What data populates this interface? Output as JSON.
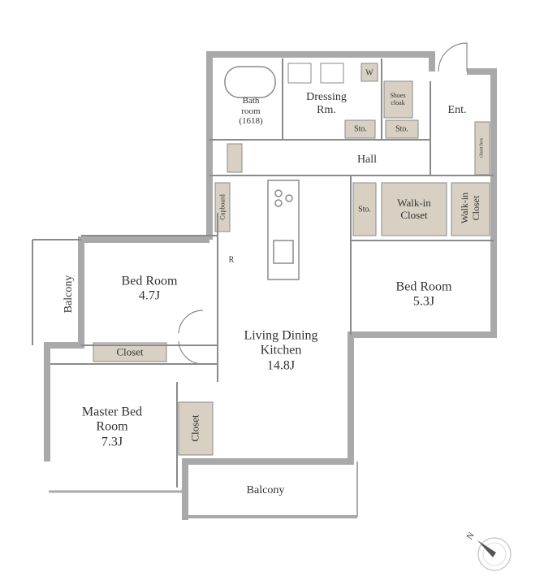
{
  "rooms": {
    "bath": {
      "name": "Bath\nroom",
      "size": "(1618)"
    },
    "dressing": "Dressing\nRm.",
    "washer": "W",
    "shoes_cloak": "Shoes\ncloak",
    "entrance": "Ent.",
    "storage_1": "Sto.",
    "storage_2": "Sto.",
    "storage_3": "Sto.",
    "closet_box": "closet box",
    "hall": "Hall",
    "cupboard": "Cupboard",
    "walkin_1": "Walk-in\nCloset",
    "walkin_2": "Walk-in\nCloset",
    "fridge": "R",
    "bed_room_1": {
      "name": "Bed Room",
      "size": "4.7J"
    },
    "bed_room_2": {
      "name": "Bed Room",
      "size": "5.3J"
    },
    "ldk": {
      "name": "Living Dining\nKitchen",
      "size": "14.8J"
    },
    "closet_1": "Closet",
    "master": {
      "name": "Master Bed\nRoom",
      "size": "7.3J"
    },
    "closet_2": "Closet",
    "balcony_left": "Balcony",
    "balcony_bottom": "Balcony"
  },
  "compass": {
    "label": "N"
  },
  "colors": {
    "wall": "#a9a9a9",
    "storage": "#d8d0c2",
    "line": "#8a8a8a"
  }
}
